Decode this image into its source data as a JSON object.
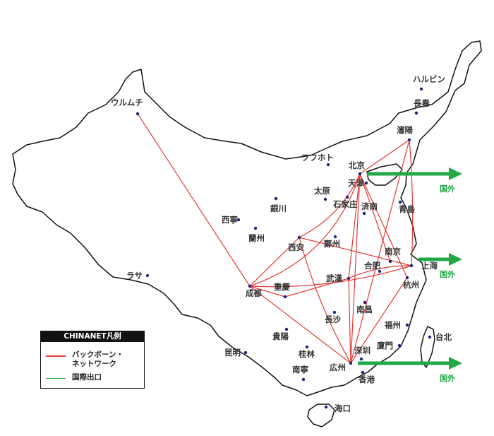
{
  "cities": [
    {
      "id": "urumqi",
      "name": "ウルムチ"
    },
    {
      "id": "harbin",
      "name": "ハルビン"
    },
    {
      "id": "changchun",
      "name": "長春"
    },
    {
      "id": "shenyang",
      "name": "瀋陽"
    },
    {
      "id": "hohhot",
      "name": "フフホト"
    },
    {
      "id": "beijing",
      "name": "北京"
    },
    {
      "id": "tianjin",
      "name": "天津"
    },
    {
      "id": "yinchuan",
      "name": "銀川"
    },
    {
      "id": "taiyuan",
      "name": "太原"
    },
    {
      "id": "shijiazhuang",
      "name": "石家庄"
    },
    {
      "id": "jinan",
      "name": "済南"
    },
    {
      "id": "qingdao",
      "name": "青島"
    },
    {
      "id": "xining",
      "name": "西寧"
    },
    {
      "id": "lanzhou",
      "name": "蘭州"
    },
    {
      "id": "zhengzhou",
      "name": "鄭州"
    },
    {
      "id": "xian",
      "name": "西安"
    },
    {
      "id": "nanjing",
      "name": "南京"
    },
    {
      "id": "shanghai",
      "name": "上海"
    },
    {
      "id": "hefei",
      "name": "合肥"
    },
    {
      "id": "lhasa",
      "name": "ラサ"
    },
    {
      "id": "wuhan",
      "name": "武漢"
    },
    {
      "id": "hangzhou",
      "name": "杭州"
    },
    {
      "id": "chengdu",
      "name": "成都"
    },
    {
      "id": "chongqing",
      "name": "重慶"
    },
    {
      "id": "nanchang",
      "name": "南昌"
    },
    {
      "id": "changsha",
      "name": "長沙"
    },
    {
      "id": "fuzhou",
      "name": "福州"
    },
    {
      "id": "taipei",
      "name": "台北"
    },
    {
      "id": "guiyang",
      "name": "貴陽"
    },
    {
      "id": "xiamen",
      "name": "廈門"
    },
    {
      "id": "kunming",
      "name": "昆明"
    },
    {
      "id": "guilin",
      "name": "桂林"
    },
    {
      "id": "shenzhen",
      "name": "深圳"
    },
    {
      "id": "guangzhou",
      "name": "広州"
    },
    {
      "id": "nanning",
      "name": "南寧"
    },
    {
      "id": "hongkong",
      "name": "香港"
    },
    {
      "id": "haikou",
      "name": "海口"
    }
  ],
  "backbone_links": [
    [
      "urumqi",
      "chengdu"
    ],
    [
      "beijing",
      "shenyang"
    ],
    [
      "beijing",
      "xian"
    ],
    [
      "beijing",
      "wuhan"
    ],
    [
      "beijing",
      "guangzhou"
    ],
    [
      "beijing",
      "hangzhou"
    ],
    [
      "beijing",
      "nanjing"
    ],
    [
      "beijing",
      "chengdu"
    ],
    [
      "shenyang",
      "shanghai"
    ],
    [
      "shenyang",
      "guangzhou"
    ],
    [
      "xian",
      "chengdu"
    ],
    [
      "xian",
      "shanghai"
    ],
    [
      "xian",
      "guangzhou"
    ],
    [
      "chengdu",
      "chongqing"
    ],
    [
      "chengdu",
      "guangzhou"
    ],
    [
      "chengdu",
      "shanghai"
    ],
    [
      "chongqing",
      "wuhan"
    ],
    [
      "wuhan",
      "shanghai"
    ],
    [
      "wuhan",
      "guangzhou"
    ],
    [
      "hangzhou",
      "guangzhou"
    ]
  ],
  "international": {
    "label": "国外",
    "exits": [
      "beijing",
      "shanghai",
      "guangzhou"
    ]
  },
  "legend": {
    "title": "CHINANET凡例",
    "items": [
      {
        "label": "バックボーン・\nネットワーク",
        "color": "#e53935"
      },
      {
        "label": "国際出口",
        "color": "#22a845"
      }
    ]
  },
  "colors": {
    "backbone": "#e53935",
    "international": "#22a845",
    "city_dot": "#1a237e",
    "border": "#111111"
  }
}
